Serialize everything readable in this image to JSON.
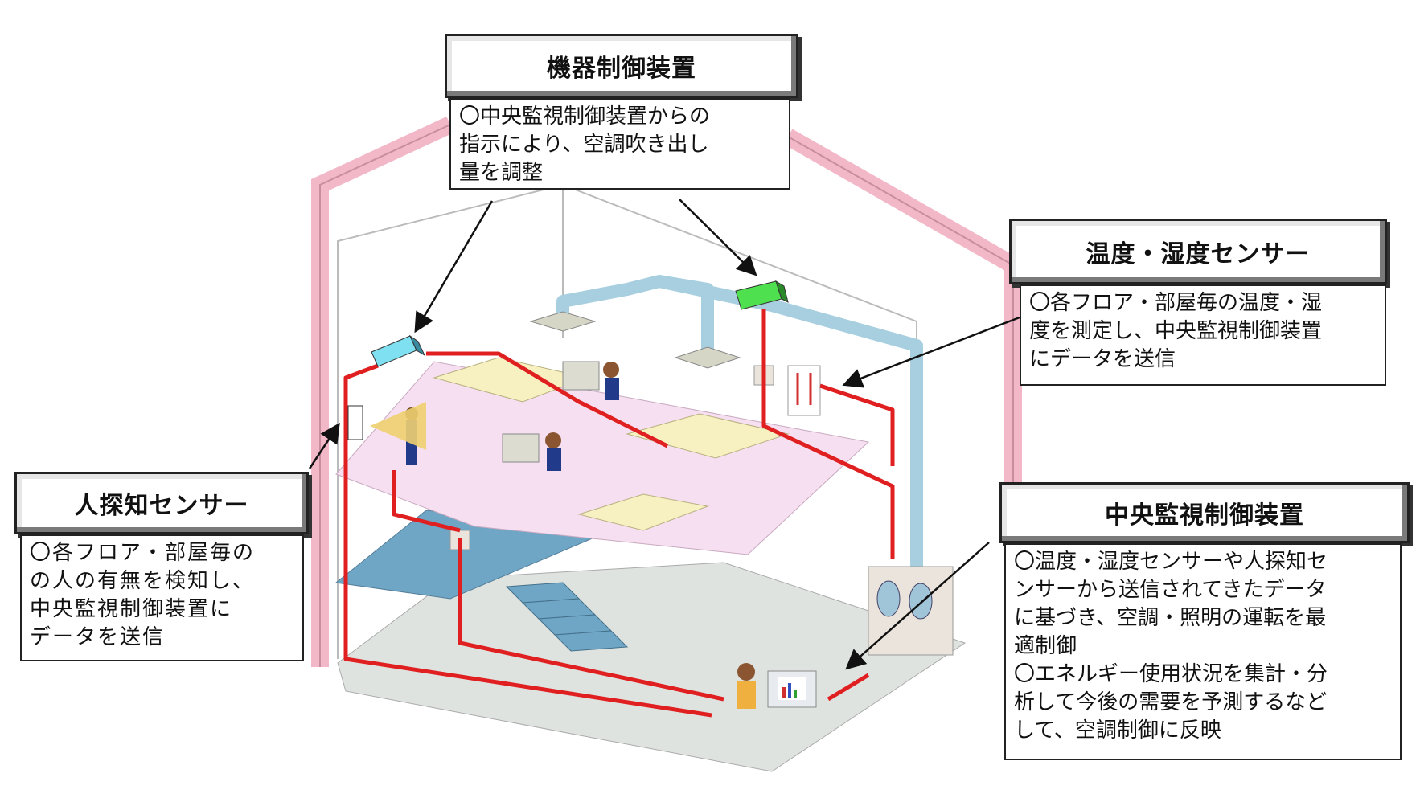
{
  "callouts": {
    "device_control": {
      "title": "機器制御装置",
      "body": "〇中央監視制御装置からの\n指示により、空調吹き出し\n量を調整"
    },
    "temp_humidity_sensor": {
      "title": "温度・湿度センサー",
      "body": "〇各フロア・部屋毎の温度・湿\n度を測定し、中央監視制御装置\nにデータを送信"
    },
    "presence_sensor": {
      "title": "人探知センサー",
      "body": "〇各フロア・部屋毎の\nの人の有無を検知し、\n中央監視制御装置に\nデータを送信"
    },
    "central_control": {
      "title": "中央監視制御装置",
      "body": "〇温度・湿度センサーや人探知セ\nンサーから送信されてきたデータ\nに基づき、空調・照明の運転を最\n適制御\n〇エネルギー使用状況を集計・分\n析して今後の需要を予測するなど\nして、空調制御に反映"
    }
  },
  "colors": {
    "signal_wire": "#e02020",
    "duct": "#a8cfe0",
    "building_wall": "#f2b8c8",
    "upper_floor": "#f6dff0",
    "lower_floor": "#6fa6c6",
    "ground_floor": "#dfe3e0",
    "control_device_left": "#7ee0f0",
    "control_device_right": "#4fe04f",
    "ceiling_light": "#f7f0c0"
  }
}
